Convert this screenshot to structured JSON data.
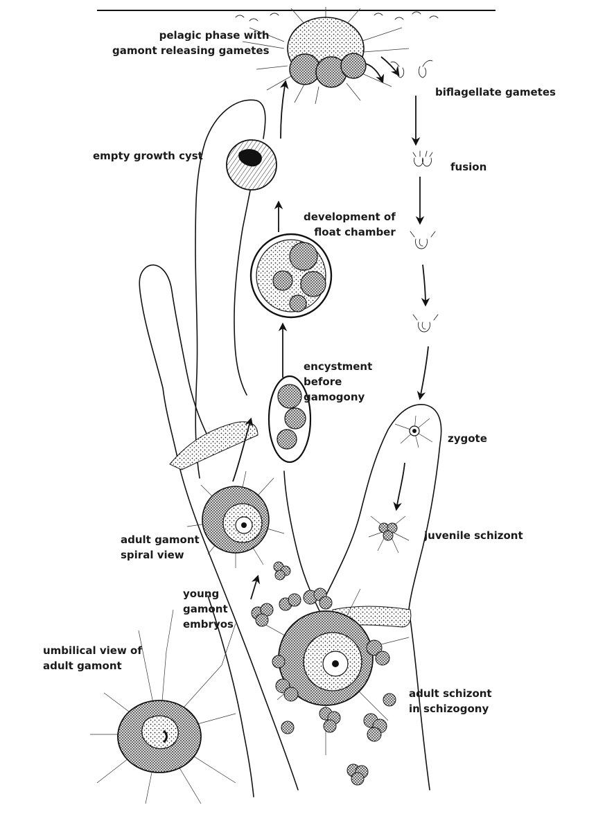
{
  "labels": {
    "pelagic": [
      "pelagic phase with",
      "gamont releasing gametes"
    ],
    "biflagellate": [
      "biflagellate gametes"
    ],
    "growth_cyst": [
      "empty growth cyst"
    ],
    "fusion": [
      "fusion"
    ],
    "float_chamber": [
      "development of",
      "float chamber"
    ],
    "encystment": [
      "encystment",
      "before",
      "gamogony"
    ],
    "zygote": [
      "zygote"
    ],
    "juvenile": [
      "juvenile schizont"
    ],
    "spiral": [
      "adult gamont",
      "spiral view"
    ],
    "young": [
      "young",
      "gamont",
      "embryos"
    ],
    "umbilical": [
      "umbilical view of",
      "adult gamont"
    ],
    "schizont": [
      "adult schizont",
      "in schizogony"
    ]
  },
  "icons": {
    "gamete": "biflagellate-gamete",
    "foraminifera": "foraminifera-test",
    "cyst": "cyst"
  },
  "colors": {
    "ink": "#111111",
    "paper": "#ffffff"
  }
}
